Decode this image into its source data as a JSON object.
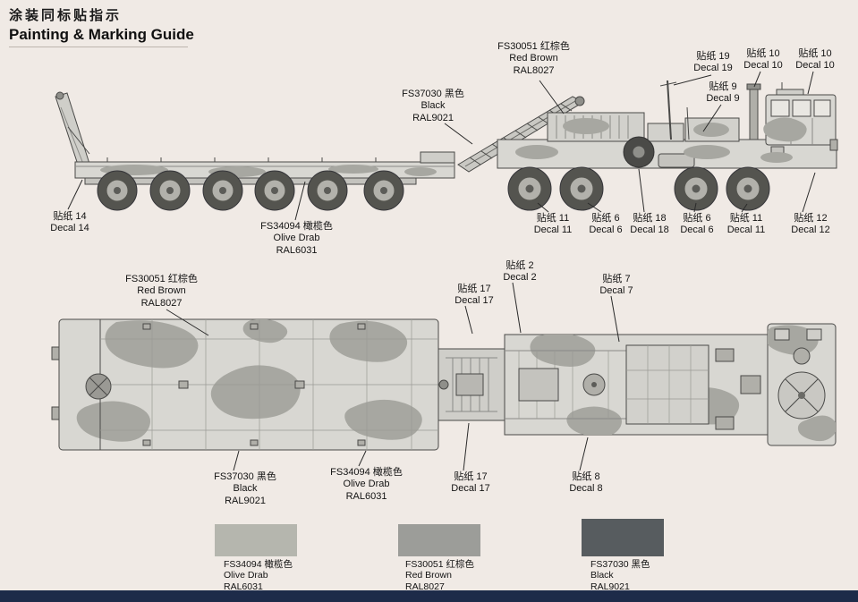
{
  "header": {
    "title_zh": "涂装同标贴指示",
    "title_en": "Painting & Marking Guide"
  },
  "side_view": {
    "callouts": [
      {
        "id": "paint-black",
        "lines": [
          "FS37030 黑色",
          "Black",
          "RAL9021"
        ]
      },
      {
        "id": "paint-red-brown",
        "lines": [
          "FS30051 红棕色",
          "Red Brown",
          "RAL8027"
        ]
      },
      {
        "id": "decal-19",
        "lines": [
          "贴纸 19",
          "Decal 19"
        ]
      },
      {
        "id": "decal-10-a",
        "lines": [
          "贴纸 10",
          "Decal 10"
        ]
      },
      {
        "id": "decal-10-b",
        "lines": [
          "贴纸 10",
          "Decal 10"
        ]
      },
      {
        "id": "decal-9",
        "lines": [
          "贴纸 9",
          "Decal 9"
        ]
      },
      {
        "id": "decal-14",
        "lines": [
          "贴纸 14",
          "Decal 14"
        ]
      },
      {
        "id": "paint-olive",
        "lines": [
          "FS34094 橄榄色",
          "Olive Drab",
          "RAL6031"
        ]
      },
      {
        "id": "decal-11-a",
        "lines": [
          "贴纸 11",
          "Decal 11"
        ]
      },
      {
        "id": "decal-6-a",
        "lines": [
          "贴纸 6",
          "Decal 6"
        ]
      },
      {
        "id": "decal-18",
        "lines": [
          "贴纸 18",
          "Decal 18"
        ]
      },
      {
        "id": "decal-6-b",
        "lines": [
          "贴纸 6",
          "Decal 6"
        ]
      },
      {
        "id": "decal-11-b",
        "lines": [
          "贴纸 11",
          "Decal 11"
        ]
      },
      {
        "id": "decal-12",
        "lines": [
          "贴纸 12",
          "Decal 12"
        ]
      }
    ]
  },
  "top_view": {
    "callouts": [
      {
        "id": "paint-red-brown",
        "lines": [
          "FS30051 红棕色",
          "Red Brown",
          "RAL8027"
        ]
      },
      {
        "id": "decal-17-top",
        "lines": [
          "贴纸 17",
          "Decal 17"
        ]
      },
      {
        "id": "decal-2",
        "lines": [
          "贴纸 2",
          "Decal 2"
        ]
      },
      {
        "id": "decal-7",
        "lines": [
          "贴纸 7",
          "Decal 7"
        ]
      },
      {
        "id": "paint-black",
        "lines": [
          "FS37030 黑色",
          "Black",
          "RAL9021"
        ]
      },
      {
        "id": "paint-olive",
        "lines": [
          "FS34094 橄榄色",
          "Olive Drab",
          "RAL6031"
        ]
      },
      {
        "id": "decal-17-bottom",
        "lines": [
          "贴纸 17",
          "Decal 17"
        ]
      },
      {
        "id": "decal-8",
        "lines": [
          "贴纸 8",
          "Decal 8"
        ]
      }
    ]
  },
  "swatches": [
    {
      "id": "olive-drab",
      "hex": "#b5b6ae",
      "lines": [
        "FS34094 橄榄色",
        "Olive Drab",
        "RAL6031"
      ]
    },
    {
      "id": "red-brown",
      "hex": "#9c9d99",
      "lines": [
        "FS30051 红棕色",
        "Red Brown",
        "RAL8027"
      ]
    },
    {
      "id": "black",
      "hex": "#575c5f",
      "lines": [
        "FS37030 黑色",
        "Black",
        "RAL9021"
      ]
    }
  ],
  "footer": {
    "bar_color": "#1d2b49"
  }
}
